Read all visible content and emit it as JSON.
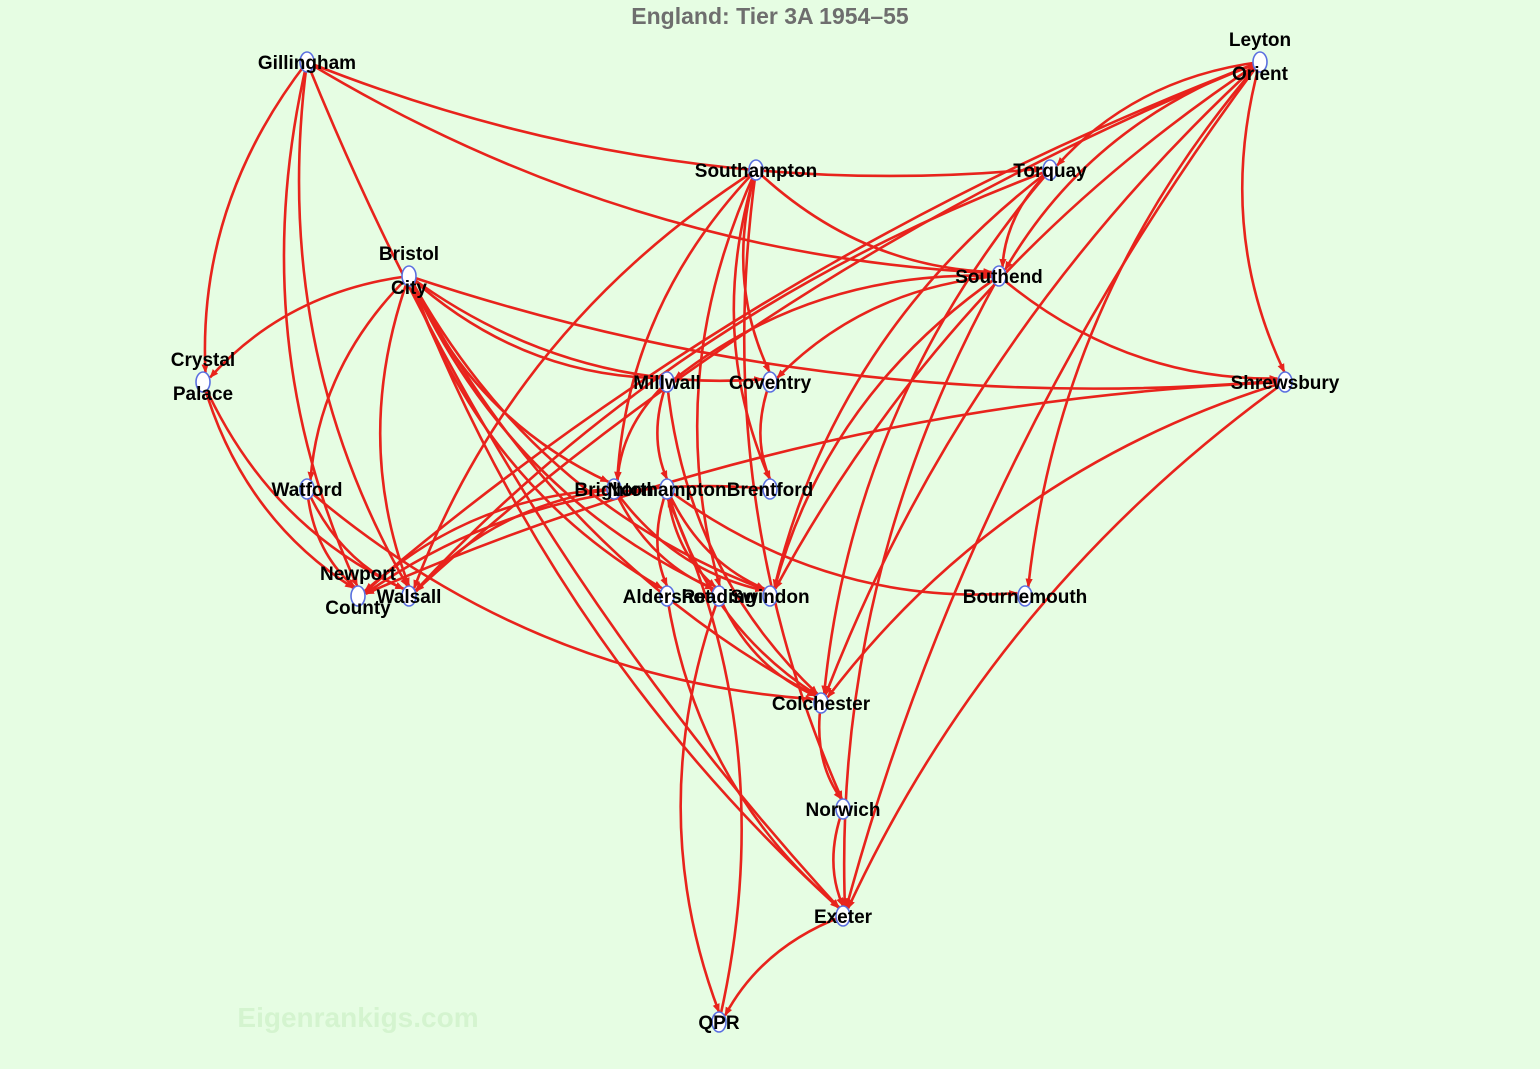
{
  "title": "England: Tier 3A 1954–55",
  "watermark": "Eigenrankigs.com",
  "colors": {
    "background": "#e6fde3",
    "edge": "#e8231c",
    "node_stroke": "#5a6fe0",
    "title": "#6e6e6e"
  },
  "nodes": [
    {
      "id": "gillingham",
      "label": [
        "Gillingham"
      ]
    },
    {
      "id": "leyton",
      "label": [
        "Leyton",
        "Orient"
      ]
    },
    {
      "id": "southampton",
      "label": [
        "Southampton"
      ]
    },
    {
      "id": "torquay",
      "label": [
        "Torquay"
      ]
    },
    {
      "id": "bristol",
      "label": [
        "Bristol",
        "City"
      ]
    },
    {
      "id": "southend",
      "label": [
        "Southend"
      ]
    },
    {
      "id": "crystal",
      "label": [
        "Crystal",
        "Palace"
      ]
    },
    {
      "id": "millwall",
      "label": [
        "Millwall"
      ]
    },
    {
      "id": "coventry",
      "label": [
        "Coventry"
      ]
    },
    {
      "id": "shrewsbury",
      "label": [
        "Shrewsbury"
      ]
    },
    {
      "id": "watford",
      "label": [
        "Watford"
      ]
    },
    {
      "id": "brighton",
      "label": [
        "Brighton"
      ]
    },
    {
      "id": "northampton",
      "label": [
        "Northampton"
      ]
    },
    {
      "id": "brentford",
      "label": [
        "Brentford"
      ]
    },
    {
      "id": "newport",
      "label": [
        "Newport",
        "County"
      ]
    },
    {
      "id": "walsall",
      "label": [
        "Walsall"
      ]
    },
    {
      "id": "aldershot",
      "label": [
        "Aldershot"
      ]
    },
    {
      "id": "reading",
      "label": [
        "Reading"
      ]
    },
    {
      "id": "swindon",
      "label": [
        "Swindon"
      ]
    },
    {
      "id": "bournemouth",
      "label": [
        "Bournemouth"
      ]
    },
    {
      "id": "colchester",
      "label": [
        "Colchester"
      ]
    },
    {
      "id": "norwich",
      "label": [
        "Norwich"
      ]
    },
    {
      "id": "exeter",
      "label": [
        "Exeter"
      ]
    },
    {
      "id": "qpr",
      "label": [
        "QPR"
      ]
    }
  ],
  "edges": [
    [
      "gillingham",
      "torquay"
    ],
    [
      "gillingham",
      "southend"
    ],
    [
      "gillingham",
      "crystal"
    ],
    [
      "gillingham",
      "walsall"
    ],
    [
      "gillingham",
      "newport"
    ],
    [
      "gillingham",
      "exeter"
    ],
    [
      "leyton",
      "torquay"
    ],
    [
      "leyton",
      "southend"
    ],
    [
      "leyton",
      "shrewsbury"
    ],
    [
      "leyton",
      "walsall"
    ],
    [
      "leyton",
      "newport"
    ],
    [
      "leyton",
      "swindon"
    ],
    [
      "leyton",
      "bournemouth"
    ],
    [
      "leyton",
      "colchester"
    ],
    [
      "leyton",
      "exeter"
    ],
    [
      "southampton",
      "southend"
    ],
    [
      "southampton",
      "coventry"
    ],
    [
      "southampton",
      "brighton"
    ],
    [
      "southampton",
      "brentford"
    ],
    [
      "southampton",
      "walsall"
    ],
    [
      "southampton",
      "reading"
    ],
    [
      "southampton",
      "norwich"
    ],
    [
      "torquay",
      "southend"
    ],
    [
      "torquay",
      "walsall"
    ],
    [
      "torquay",
      "swindon"
    ],
    [
      "torquay",
      "colchester"
    ],
    [
      "bristol",
      "crystal"
    ],
    [
      "bristol",
      "watford"
    ],
    [
      "bristol",
      "millwall"
    ],
    [
      "bristol",
      "coventry"
    ],
    [
      "bristol",
      "shrewsbury"
    ],
    [
      "bristol",
      "brighton"
    ],
    [
      "bristol",
      "walsall"
    ],
    [
      "bristol",
      "aldershot"
    ],
    [
      "bristol",
      "swindon"
    ],
    [
      "bristol",
      "reading"
    ],
    [
      "bristol",
      "colchester"
    ],
    [
      "bristol",
      "exeter"
    ],
    [
      "southend",
      "millwall"
    ],
    [
      "southend",
      "coventry"
    ],
    [
      "southend",
      "shrewsbury"
    ],
    [
      "southend",
      "swindon"
    ],
    [
      "southend",
      "exeter"
    ],
    [
      "crystal",
      "walsall"
    ],
    [
      "crystal",
      "newport"
    ],
    [
      "millwall",
      "brighton"
    ],
    [
      "millwall",
      "northampton"
    ],
    [
      "millwall",
      "colchester"
    ],
    [
      "coventry",
      "brentford"
    ],
    [
      "shrewsbury",
      "newport"
    ],
    [
      "shrewsbury",
      "colchester"
    ],
    [
      "shrewsbury",
      "exeter"
    ],
    [
      "watford",
      "newport"
    ],
    [
      "watford",
      "walsall"
    ],
    [
      "watford",
      "colchester"
    ],
    [
      "brighton",
      "walsall"
    ],
    [
      "brighton",
      "newport"
    ],
    [
      "brighton",
      "swindon"
    ],
    [
      "brighton",
      "reading"
    ],
    [
      "northampton",
      "aldershot"
    ],
    [
      "northampton",
      "swindon"
    ],
    [
      "northampton",
      "reading"
    ],
    [
      "northampton",
      "bournemouth"
    ],
    [
      "northampton",
      "colchester"
    ],
    [
      "brentford",
      "newport"
    ],
    [
      "aldershot",
      "exeter"
    ],
    [
      "reading",
      "qpr"
    ],
    [
      "reading",
      "colchester"
    ],
    [
      "colchester",
      "norwich"
    ],
    [
      "norwich",
      "exeter"
    ],
    [
      "exeter",
      "qpr"
    ],
    [
      "qpr",
      "northampton"
    ],
    [
      "southend",
      "southend"
    ]
  ]
}
